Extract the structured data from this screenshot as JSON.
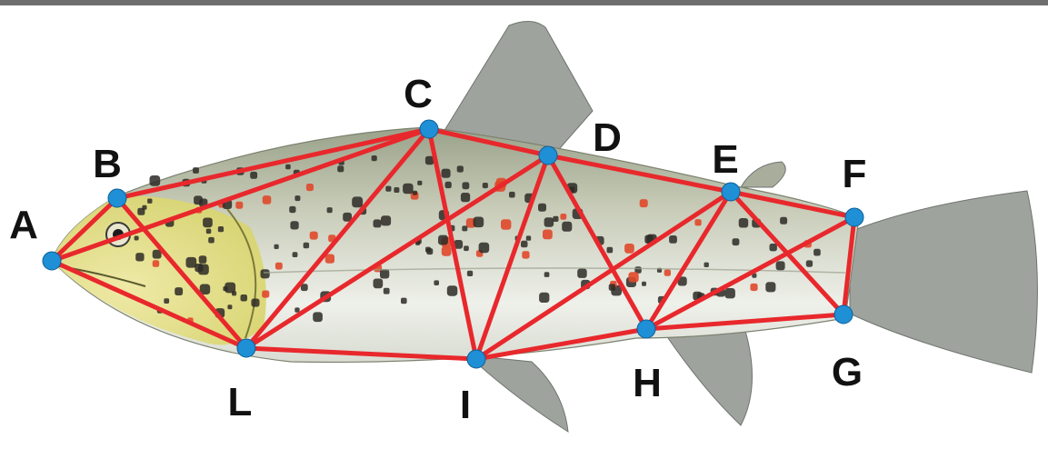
{
  "landmarks": [
    {
      "id": "A",
      "label": "A"
    },
    {
      "id": "B",
      "label": "B"
    },
    {
      "id": "C",
      "label": "C"
    },
    {
      "id": "D",
      "label": "D"
    },
    {
      "id": "E",
      "label": "E"
    },
    {
      "id": "F",
      "label": "F"
    },
    {
      "id": "G",
      "label": "G"
    },
    {
      "id": "H",
      "label": "H"
    },
    {
      "id": "I",
      "label": "I"
    },
    {
      "id": "L",
      "label": "L"
    }
  ],
  "edges": [
    [
      "A",
      "B"
    ],
    [
      "A",
      "C"
    ],
    [
      "A",
      "L"
    ],
    [
      "B",
      "C"
    ],
    [
      "B",
      "L"
    ],
    [
      "C",
      "D"
    ],
    [
      "C",
      "L"
    ],
    [
      "C",
      "I"
    ],
    [
      "D",
      "E"
    ],
    [
      "D",
      "L"
    ],
    [
      "D",
      "I"
    ],
    [
      "D",
      "H"
    ],
    [
      "E",
      "F"
    ],
    [
      "E",
      "H"
    ],
    [
      "E",
      "I"
    ],
    [
      "E",
      "G"
    ],
    [
      "F",
      "G"
    ],
    [
      "F",
      "H"
    ],
    [
      "G",
      "H"
    ],
    [
      "H",
      "I"
    ],
    [
      "I",
      "L"
    ]
  ],
  "colors": {
    "edge": "#e8282c",
    "landmark": "#1f8fd6",
    "label": "#111111",
    "fish_body": "#c8ccb8",
    "fish_belly": "#eef0ea",
    "fish_head": "#d8d46a",
    "fin": "#9ea39d",
    "spot_dark": "#2d2a26",
    "spot_red": "#e0482a"
  },
  "figure": {
    "subject": "brown-trout",
    "icon": "trout-illustration"
  }
}
